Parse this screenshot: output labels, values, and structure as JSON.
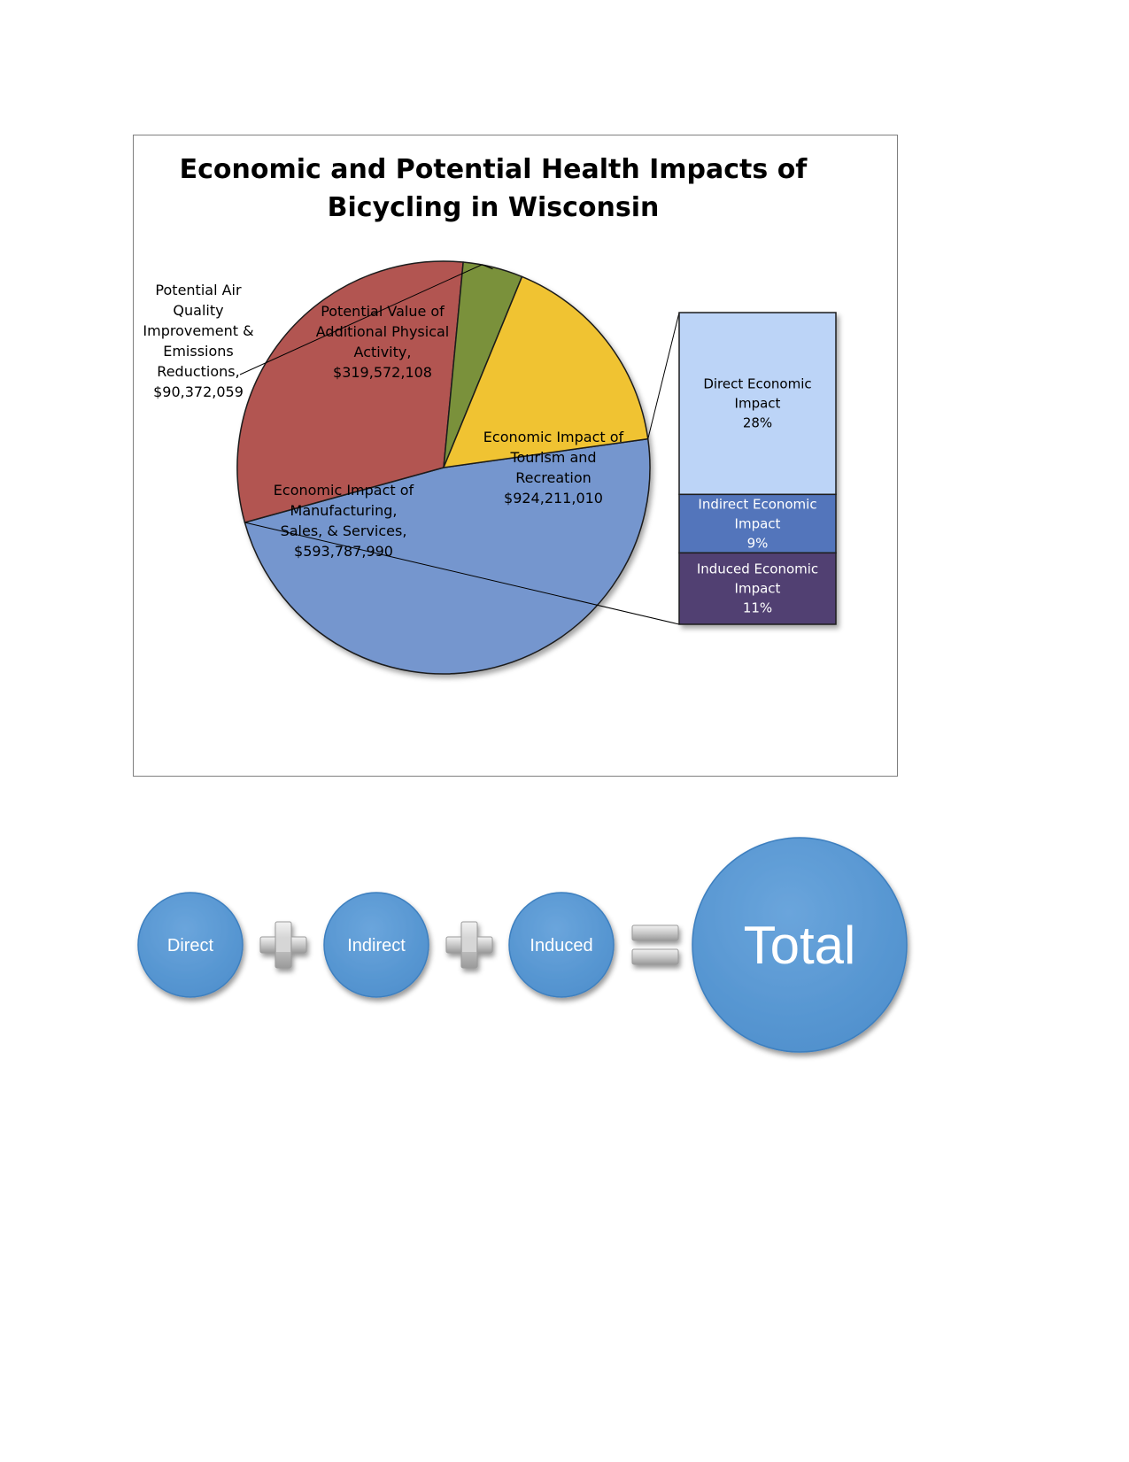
{
  "chart_data": {
    "type": "pie",
    "title_lines": [
      "Economic and Potential Health Impacts of",
      "Bicycling in Wisconsin"
    ],
    "slices": [
      {
        "label_lines": [
          "Economic Impact of",
          "Tourism and",
          "Recreation",
          "$924,211,010"
        ],
        "value": 924211010,
        "color": "#7596ce"
      },
      {
        "label_lines": [
          "Economic Impact of",
          "Manufacturing,",
          "Sales, & Services,",
          "$593,787,990"
        ],
        "value": 593787990,
        "color": "#b25451"
      },
      {
        "label_lines": [
          "Potential Air",
          "Quality",
          "Improvement &",
          "Emissions",
          "Reductions,",
          "$90,372,059"
        ],
        "value": 90372059,
        "color": "#7a913b"
      },
      {
        "label_lines": [
          "Potential Value of",
          "Additional Physical",
          "Activity,",
          "$319,572,108"
        ],
        "value": 319572108,
        "color": "#f0c330"
      }
    ],
    "breakdown": {
      "parent_slice": "Economic Impact of Tourism and Recreation",
      "items": [
        {
          "label_lines": [
            "Direct Economic",
            "Impact",
            "28%"
          ],
          "value": 28,
          "color": "#bcd4f7",
          "text_color": "#000000"
        },
        {
          "label_lines": [
            "Indirect Economic",
            "Impact",
            "9%"
          ],
          "value": 9,
          "color": "#5274bb",
          "text_color": "#ffffff"
        },
        {
          "label_lines": [
            "Induced Economic",
            "Impact",
            "11%"
          ],
          "value": 11,
          "color": "#513f72",
          "text_color": "#ffffff"
        }
      ]
    }
  },
  "equation": {
    "terms": [
      "Direct",
      "Indirect",
      "Induced"
    ],
    "result": "Total",
    "operators": [
      "plus",
      "plus",
      "equals"
    ],
    "circle_color": "#4f90cd"
  }
}
